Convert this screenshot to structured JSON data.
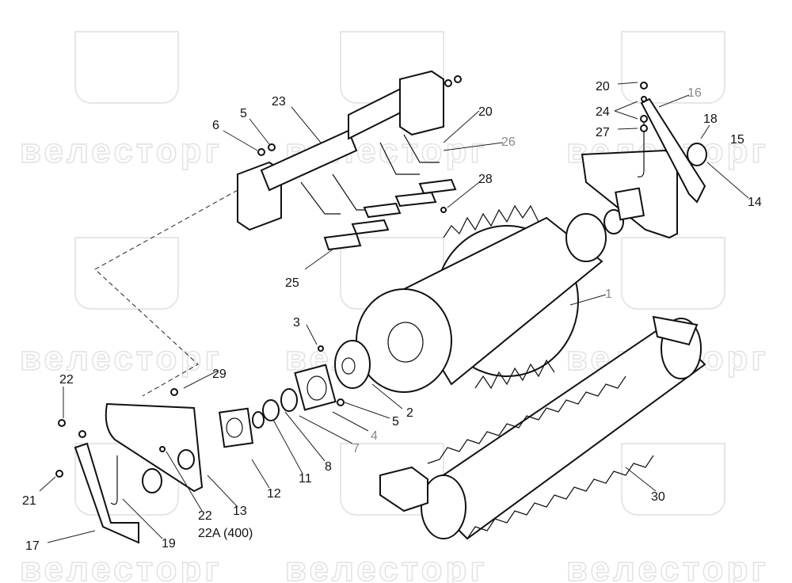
{
  "watermark": {
    "text": "велесторг"
  },
  "labels": {
    "p20a": "20",
    "p16": "16",
    "p24": "24",
    "p18": "18",
    "p27": "27",
    "p15": "15",
    "p14": "14",
    "p23": "23",
    "p5a": "5",
    "p6": "6",
    "p20b": "20",
    "p26": "26",
    "p28": "28",
    "p25": "25",
    "p1": "1",
    "p3": "3",
    "p29": "29",
    "p22a": "22",
    "p2": "2",
    "p5b": "5",
    "p4": "4",
    "p7": "7",
    "p8": "8",
    "p11": "11",
    "p12": "12",
    "p13": "13",
    "p22b": "22",
    "p22A": "22A (400)",
    "p19": "19",
    "p17": "17",
    "p21": "21",
    "p30": "30"
  }
}
